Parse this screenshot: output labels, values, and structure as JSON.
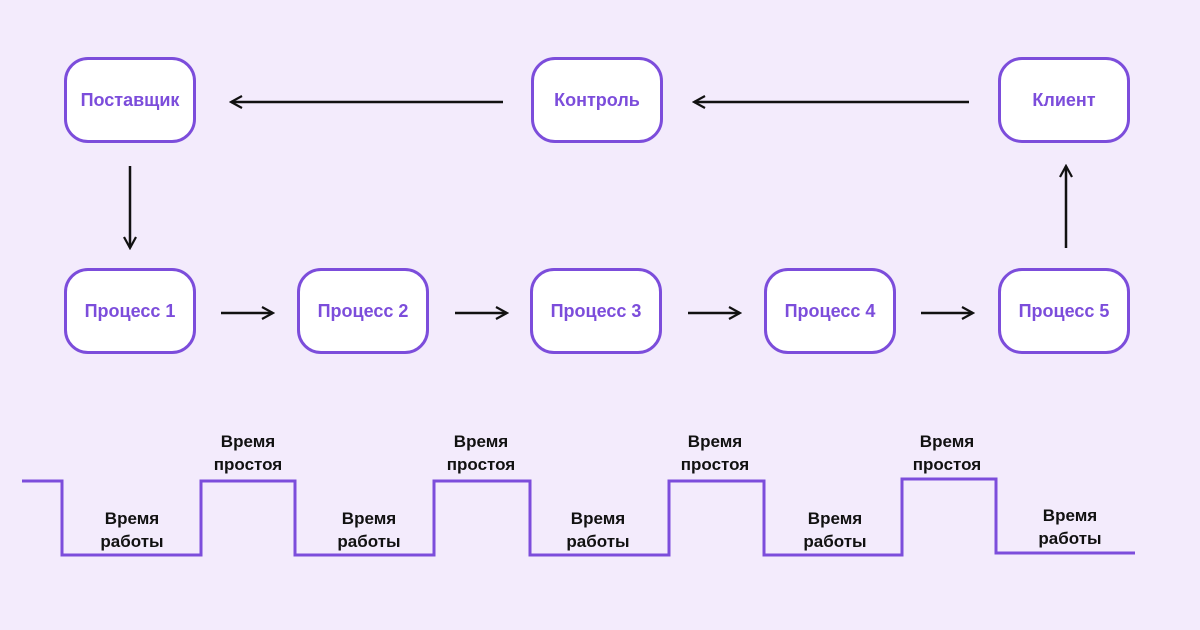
{
  "colors": {
    "background": "#f3ebfc",
    "node_border": "#7c4ddb",
    "node_text": "#7c4ddb",
    "arrow": "#111111",
    "timeline": "#7c4ddb"
  },
  "nodes": {
    "supplier": "Поставщик",
    "control": "Контроль",
    "client": "Клиент",
    "process1": "Процесс 1",
    "process2": "Процесс 2",
    "process3": "Процесс 3",
    "process4": "Процесс 4",
    "process5": "Процесс 5"
  },
  "timeline": {
    "work": [
      "Время",
      "работы"
    ],
    "idle": [
      "Время",
      "простоя"
    ]
  }
}
